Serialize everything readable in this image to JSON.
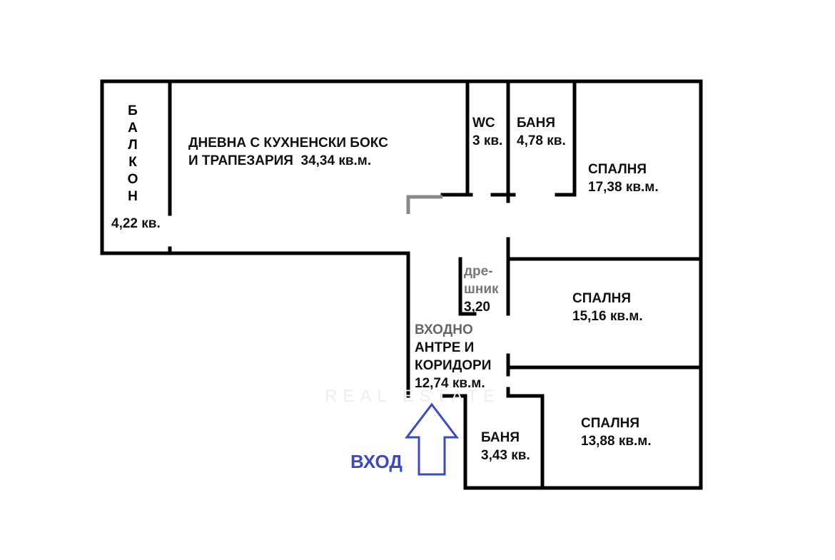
{
  "rooms": {
    "balcony": {
      "letters": [
        "Б",
        "А",
        "Л",
        "К",
        "О",
        "Н"
      ],
      "area": "4,22 кв."
    },
    "living": {
      "line1": "ДНЕВНА С КУХНЕНСКИ БОКС",
      "line2": "И ТРАПЕЗАРИЯ  34,34 кв.м."
    },
    "wc": {
      "name": "WC",
      "area": "3 кв."
    },
    "bath1": {
      "name": "БАНЯ",
      "area": "4,78 кв."
    },
    "bedroom1": {
      "name": "СПАЛНЯ",
      "area": "17,38 кв.м."
    },
    "closet": {
      "line1": "дре-",
      "line2": "шник",
      "area": "3,20"
    },
    "bedroom2": {
      "name": "СПАЛНЯ",
      "area": "15,16 кв.м."
    },
    "hall": {
      "line1": "ВХОДНО",
      "line2": "АНТРЕ И",
      "line3": "КОРИДОРИ",
      "area": "12,74 кв.м."
    },
    "bath2": {
      "name": "БАНЯ",
      "area": "3,43 кв."
    },
    "bedroom3": {
      "name": "СПАЛНЯ",
      "area": "13,88 кв.м."
    }
  },
  "entrance": {
    "label": "ВХОД",
    "color": "#3b4bbf"
  },
  "watermark": "REAL ESTATE"
}
